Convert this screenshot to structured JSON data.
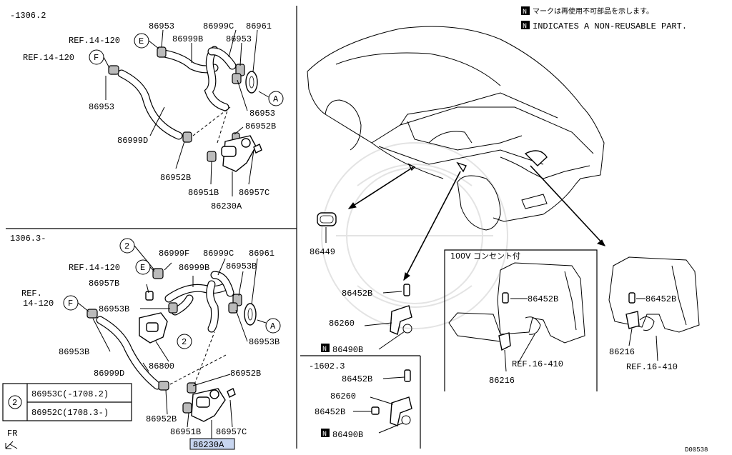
{
  "notes": {
    "japanese": "マークは再使用不可部品を示します。",
    "english": "INDICATES A NON-REUSABLE PART.",
    "marker": "N"
  },
  "sections": {
    "top_left": {
      "header": "-1306.2",
      "labels": {
        "ref_e": "REF.14-120",
        "ref_f": "REF.14-120",
        "e": "E",
        "f": "F",
        "a": "A",
        "p86953_a": "86953",
        "p86999c": "86999C",
        "p86961": "86961",
        "p86999b": "86999B",
        "p86953_b": "86953",
        "p86953_c": "86953",
        "p86953_d": "86953",
        "p86999d": "86999D",
        "p86952b_a": "86952B",
        "p86952b_b": "86952B",
        "p86951b": "86951B",
        "p86957c": "86957C",
        "p86230a": "86230A"
      }
    },
    "bottom_left": {
      "header": "1306.3-",
      "labels": {
        "circ2_a": "2",
        "circ2_b": "2",
        "p86999f": "86999F",
        "p86999c": "86999C",
        "p86961": "86961",
        "ref_e": "REF.14-120",
        "e": "E",
        "p86999b": "86999B",
        "p86953b_a": "86953B",
        "p86957b": "86957B",
        "ref_f_1": "REF.",
        "ref_f_2": "14-120",
        "f": "F",
        "p86953b_b": "86953B",
        "a": "A",
        "p86953b_c": "86953B",
        "p86800": "86800",
        "p86953b_d": "86953B",
        "p86999d": "86999D",
        "p86952b_a": "86952B",
        "p86952b_b": "86952B",
        "p86951b": "86951B",
        "p86957c": "86957C",
        "p86230a": "86230A",
        "fr": "FR"
      }
    },
    "legend": {
      "number": "2",
      "rows": [
        "86953C(-1708.2)",
        "86952C(1708.3-)"
      ]
    },
    "right": {
      "p86449": "86449",
      "p86452b_a": "86452B",
      "p86260_a": "86260",
      "p86490b_a": "86490B",
      "inset_header": "-1602.3",
      "p86452b_b": "86452B",
      "p86260_b": "86260",
      "p86452b_c": "86452B",
      "p86490b_b": "86490B",
      "box_header": "100V コンセント付",
      "p86452b_d": "86452B",
      "p86216_a": "86216",
      "ref16_a": "REF.16-410",
      "p86452b_e": "86452B",
      "p86216_b": "86216",
      "ref16_b": "REF.16-410",
      "code": "D00538"
    }
  },
  "colors": {
    "highlight": "#c8d6f0",
    "gray": "#bbbbbb"
  }
}
